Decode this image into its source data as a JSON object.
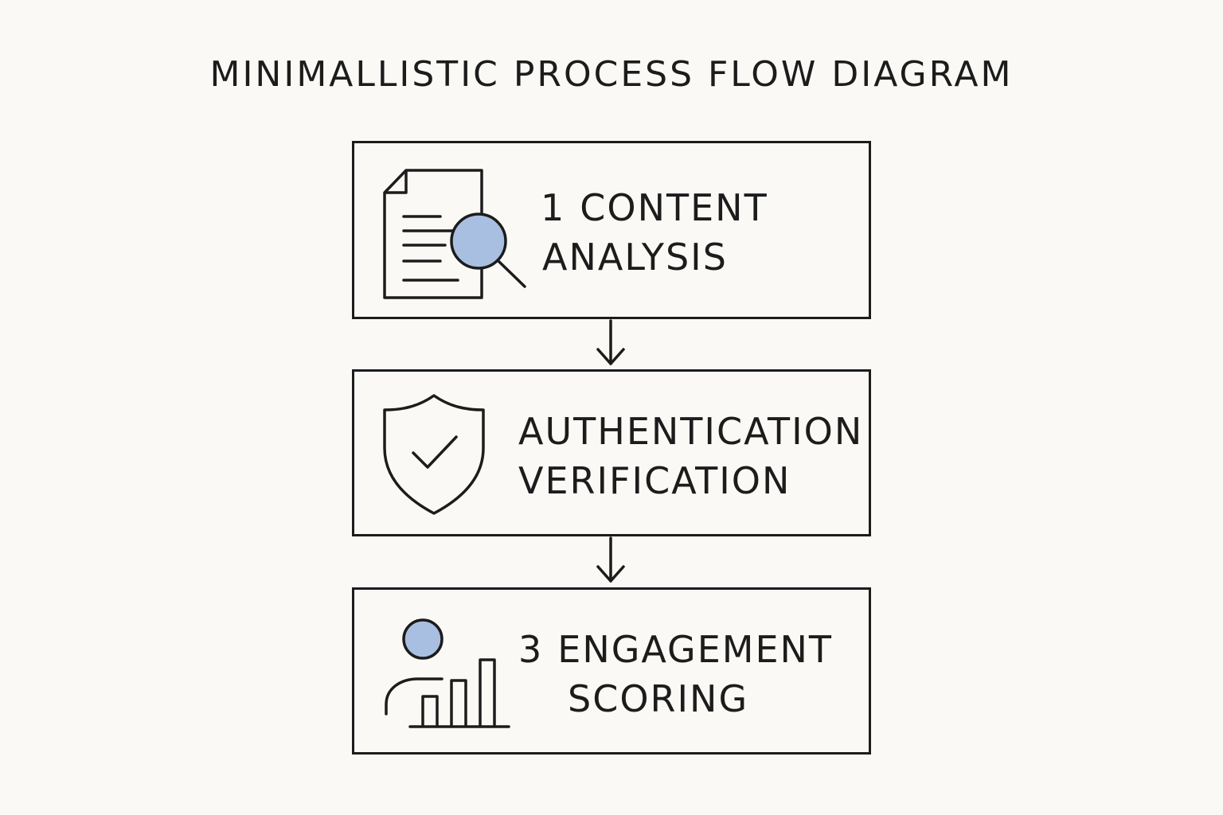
{
  "title": "MINIMALLISTIC PROCESS FLOW DIAGRAM",
  "steps": [
    {
      "number": "1",
      "lines": [
        "CONTENT",
        "ANALYSIS"
      ],
      "icon": "document-search-icon"
    },
    {
      "number": "",
      "lines": [
        "AUTHENTICATION",
        "VERIFICATION"
      ],
      "icon": "shield-check-icon"
    },
    {
      "number": "3",
      "lines": [
        "ENGAGEMENT",
        "SCORING"
      ],
      "icon": "user-chart-icon"
    }
  ],
  "colors": {
    "stroke": "#1c1c1c",
    "accent": "#a9bfe1",
    "background": "#faf9f6"
  }
}
